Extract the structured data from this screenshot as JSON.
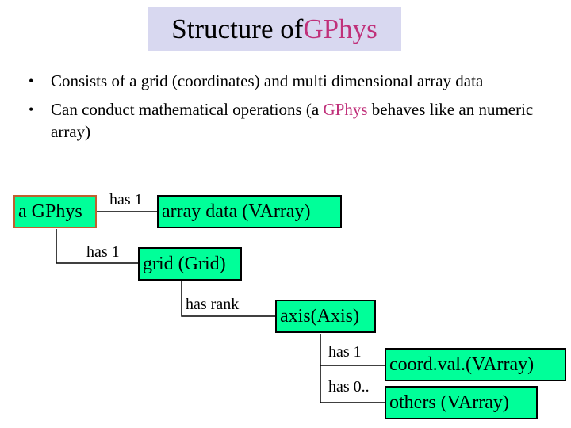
{
  "title": {
    "prefix": "Structure of ",
    "highlight": "GPhys"
  },
  "bullets": [
    {
      "text_before": "Consists of a grid (coordinates) and multi dimensional array data",
      "highlight": "",
      "text_after": ""
    },
    {
      "text_before": "Can conduct mathematical operations (a ",
      "highlight": "GPhys",
      "text_after": " behaves like an numeric array)"
    }
  ],
  "bullet_symbol": "•",
  "nodes": {
    "gphys": "a GPhys",
    "array_data": "array data (VArray)",
    "grid": "grid (Grid)",
    "axis": "axis(Axis)",
    "coord_val": "coord.val.(VArray)",
    "others": "others (VArray)"
  },
  "edges": {
    "gphys_array": "has 1",
    "gphys_grid": "has 1",
    "grid_axis": "has rank",
    "axis_coord": "has 1",
    "axis_others": "has 0.."
  },
  "colors": {
    "accent": "#c0307a",
    "node_fill": "#00ff99",
    "title_fill": "#d8d8f0",
    "root_border": "#c06030"
  }
}
